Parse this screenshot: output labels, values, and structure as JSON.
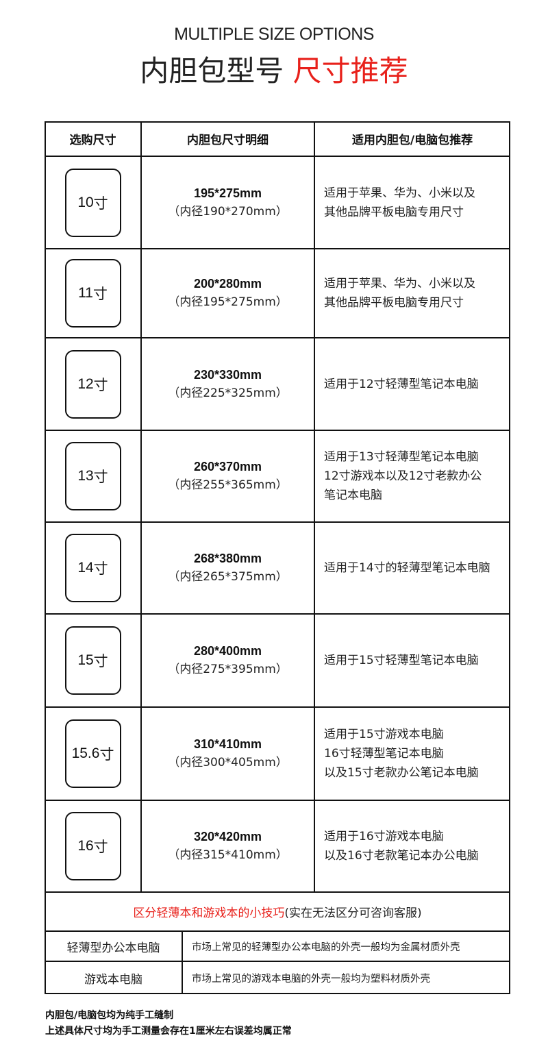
{
  "header": {
    "title_en": "MULTIPLE SIZE OPTIONS",
    "title_cn_black": "内胆包型号",
    "title_cn_red": "尺寸推荐"
  },
  "table": {
    "columns": [
      "选购尺寸",
      "内胆包尺寸明细",
      "适用内胆包/电脑包推荐"
    ],
    "rows": [
      {
        "size": "10",
        "unit": "寸",
        "outer": "195*275mm",
        "inner": "（内径190*270mm）",
        "recs": [
          "适用于苹果、华为、小米以及",
          "其他品牌平板电脑专用尺寸"
        ]
      },
      {
        "size": "11",
        "unit": "寸",
        "outer": "200*280mm",
        "inner": "（内径195*275mm）",
        "recs": [
          "适用于苹果、华为、小米以及",
          "其他品牌平板电脑专用尺寸"
        ]
      },
      {
        "size": "12",
        "unit": "寸",
        "outer": "230*330mm",
        "inner": "（内径225*325mm）",
        "recs": [
          "适用于12寸轻薄型笔记本电脑"
        ]
      },
      {
        "size": "13",
        "unit": "寸",
        "outer": "260*370mm",
        "inner": "（内径255*365mm）",
        "recs": [
          "适用于13寸轻薄型笔记本电脑",
          "12寸游戏本以及12寸老款办公",
          "笔记本电脑"
        ]
      },
      {
        "size": "14",
        "unit": "寸",
        "outer": "268*380mm",
        "inner": "（内径265*375mm）",
        "recs": [
          "适用于14寸的轻薄型笔记本电脑"
        ]
      },
      {
        "size": "15",
        "unit": "寸",
        "outer": "280*400mm",
        "inner": "（内径275*395mm）",
        "recs": [
          "适用于15寸轻薄型笔记本电脑"
        ]
      },
      {
        "size": "15.6",
        "unit": "寸",
        "outer": "310*410mm",
        "inner": "（内径300*405mm）",
        "recs": [
          "适用于15寸游戏本电脑",
          "16寸轻薄型笔记本电脑",
          "以及15寸老款办公笔记本电脑"
        ]
      },
      {
        "size": "16",
        "unit": "寸",
        "outer": "320*420mm",
        "inner": "（内径315*410mm）",
        "recs": [
          "适用于16寸游戏本电脑",
          "以及16寸老款笔记本办公电脑"
        ]
      }
    ]
  },
  "tips": {
    "title_red": "区分轻薄本和游戏本的小技巧",
    "title_black": "(实在无法区分可咨询客服)",
    "items": [
      {
        "label": "轻薄型办公本电脑",
        "desc": "市场上常见的轻薄型办公本电脑的外壳一般均为金属材质外壳"
      },
      {
        "label": "游戏本电脑",
        "desc": "市场上常见的游戏本电脑的外壳一般均为塑料材质外壳"
      }
    ]
  },
  "footnotes": [
    "内胆包/电脑包均为纯手工缝制",
    "上述具体尺寸均为手工测量会存在1厘米左右误差均属正常"
  ]
}
